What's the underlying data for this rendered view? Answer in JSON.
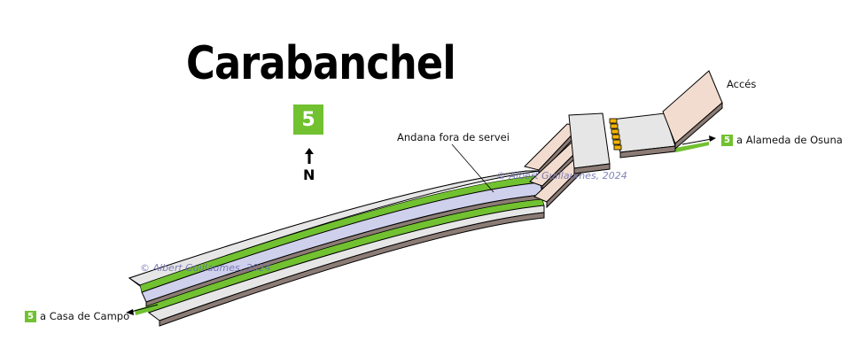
{
  "title": "Carabanchel",
  "line": {
    "number": "5",
    "color": "#71c130"
  },
  "north_label": "N",
  "labels": {
    "disused_platform": "Andana fora de servei",
    "access": "Accés",
    "to_east": "a Alameda de Osuna",
    "to_west": "a Casa de Campo"
  },
  "watermark": "© Albert Guillaumes, 2024",
  "colors": {
    "platform_top": "#e6e6e6",
    "platform_side": "#8c7c76",
    "track": "#71c130",
    "disused_platform": "#cfd0ec",
    "stairs_fill": "#f2dccf",
    "escalator": "#f2b400"
  }
}
